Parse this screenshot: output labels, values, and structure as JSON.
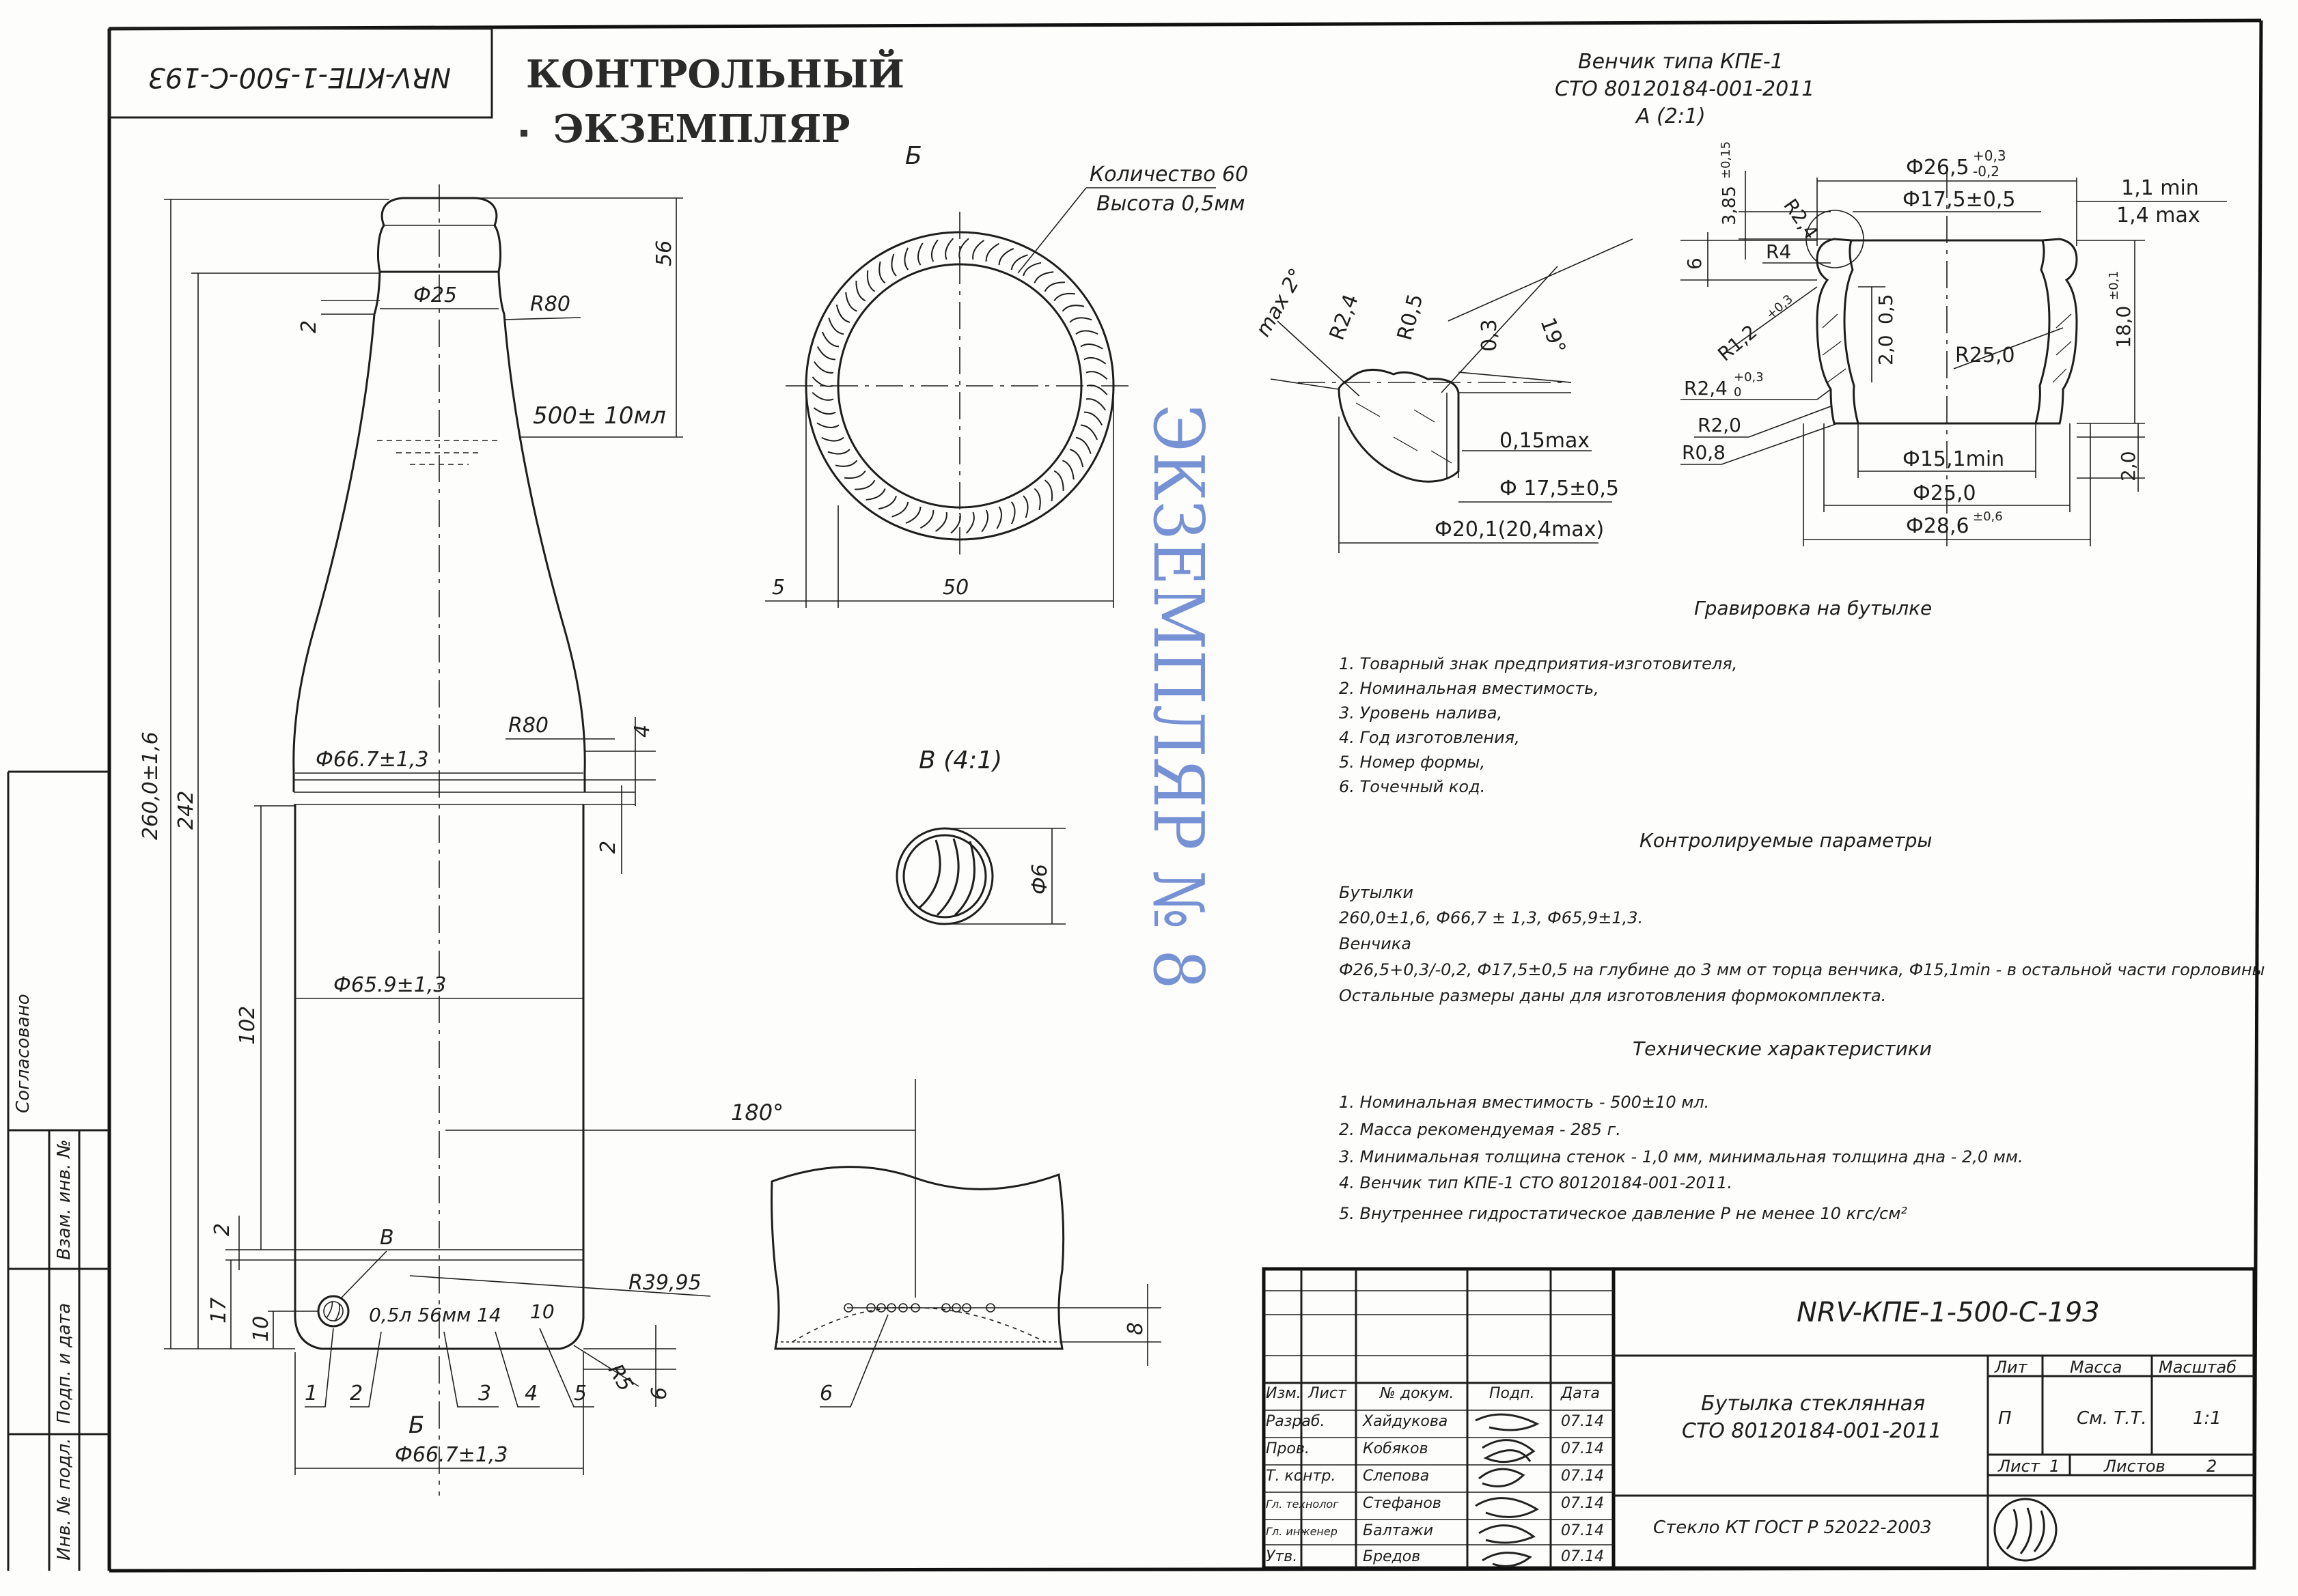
{
  "doc_code_stamp": "NRV-КПЕ-1-500-С-193",
  "control_stamp": {
    "line1": "КОНТРОЛЬНЫЙ",
    "line2": "ЭКЗЕМПЛЯР"
  },
  "blue_stamp": "ЭКЗЕМПЛЯР № 8",
  "view_b_label": "Б",
  "view_b_note1": "Количество 60",
  "view_b_note2": "Высота 0,5мм",
  "view_b_dim_5": "5",
  "view_b_dim_50": "50",
  "view_v_label": "В (4:1)",
  "view_v_dim": "Ф6",
  "bottom_view_label": "Б",
  "bottom_dim_8": "8",
  "bottom_callout_6": "6",
  "angle_180": "180°",
  "bottle": {
    "d25": "Ф25",
    "r80_top": "R80",
    "volume": "500± 10мл",
    "dim_56": "56",
    "dim_2a": "2",
    "r80_mid": "R80",
    "dim_4": "4",
    "d667": "Ф66.7±1,3",
    "dim_2b": "2",
    "d659": "Ф65.9±1,3",
    "dim_260": "260,0±1,6",
    "dim_242": "242",
    "dim_102": "102",
    "dim_2c": "2",
    "label_v": "В",
    "r3995": "R39,95",
    "engr": "0,5л 56мм 14",
    "engr10": "10",
    "dim_17": "17",
    "dim_10": "10",
    "r5": "R5",
    "dim_6": "6",
    "callouts": [
      "1",
      "2",
      "3",
      "4",
      "5"
    ],
    "bottom_label": "Б",
    "bottom_d": "Ф66.7±1,3"
  },
  "finish_title": [
    "Венчик типа КПЕ-1",
    "СТО 80120184-001-2011",
    "А (2:1)"
  ],
  "detail_a": {
    "max2": "max 2°",
    "r24": "R2,4",
    "r05": "R0,5",
    "d03": "0,3",
    "a19": "19°",
    "d015": "0,15max",
    "d175": "Ф 17,5±0,5",
    "d201": "Ф20,1(20,4max)"
  },
  "finish_section": {
    "d265": "Ф26,5",
    "d265_tol_up": "+0,3",
    "d265_tol_dn": "-0,2",
    "d175": "Ф17,5±0,5",
    "r24": "R2,4",
    "h385": "3,85",
    "h385_tol": "±0,15",
    "min11": "1,1 min",
    "max14": "1,4 max",
    "r4": "R4",
    "h6": "6",
    "r12": "R1,2",
    "r12_tol": "+0,3",
    "r24b": "R2,4",
    "r24b_tol_up": "+0,3",
    "r24b_tol_dn": "0",
    "d20": "2,0",
    "d05": "0,5",
    "r250": "R25,0",
    "h180": "18,0",
    "h180_tol": "±0,1",
    "r20": "R2,0",
    "r08": "R0,8",
    "d151": "Ф15,1min",
    "h20": "2,0",
    "d250": "Ф25,0",
    "d286": "Ф28,6",
    "d286_tol": "±0,6"
  },
  "engraving_title": "Гравировка на бутылке",
  "engraving_items": [
    "1. Товарный знак предприятия-изготовителя,",
    "2. Номинальная вместимость,",
    "3. Уровень налива,",
    "4. Год изготовления,",
    "5. Номер формы,",
    "6. Точечный код."
  ],
  "controlled_title": "Контролируемые параметры",
  "controlled_lines": [
    "Бутылки",
    "260,0±1,6,  Ф66,7 ± 1,3,  Ф65,9±1,3.",
    "Венчика",
    "Ф26,5+0,3/-0,2,  Ф17,5±0,5 на глубине до 3 мм от торца венчика,  Ф15,1min - в остальной части горловины",
    "Остальные размеры даны для изготовления формокомплекта."
  ],
  "tech_title": "Технические характеристики",
  "tech_items": [
    "1. Номинальная вместимость - 500±10 мл.",
    "2. Масса рекомендуемая - 285 г.",
    "3. Минимальная толщина стенок - 1,0 мм, минимальная толщина дна - 2,0 мм.",
    "4. Венчик тип КПЕ-1 СТО 80120184-001-2011.",
    "5. Внутреннее гидростатическое давление Р не менее 10 кгс/см²"
  ],
  "left_strip": [
    "Согласовано",
    "Взам. инв. №",
    "Подп. и дата",
    "Инв. № подл."
  ],
  "title_block": {
    "designation": "NRV-КПЕ-1-500-С-193",
    "product_line1": "Бутылка стеклянная",
    "product_line2": "СТО 80120184-001-2011",
    "material": "Стекло КТ     ГОСТ Р 52022-2003",
    "hdr": [
      "Изм.",
      "Лист",
      "№ докум.",
      "Подп.",
      "Дата"
    ],
    "rows": [
      {
        "role": "Разраб.",
        "name": "Хайдукова",
        "date": "07.14"
      },
      {
        "role": "Пров.",
        "name": "Кобяков",
        "date": "07.14"
      },
      {
        "role": "Т. контр.",
        "name": "Слепова",
        "date": "07.14"
      },
      {
        "role": "Гл. технолог",
        "name": "Стефанов",
        "date": "07.14"
      },
      {
        "role": "Гл. инженер",
        "name": "Балтажи",
        "date": "07.14"
      },
      {
        "role": "Утв.",
        "name": "Бредов",
        "date": "07.14"
      }
    ],
    "lit_label": "Лит",
    "mass_label": "Масса",
    "scale_label": "Масштаб",
    "lit_value": "П",
    "mass_value": "См. Т.Т.",
    "scale_value": "1:1",
    "sheet_label": "Лист",
    "sheet_value": "1",
    "sheets_label": "Листов",
    "sheets_value": "2"
  }
}
